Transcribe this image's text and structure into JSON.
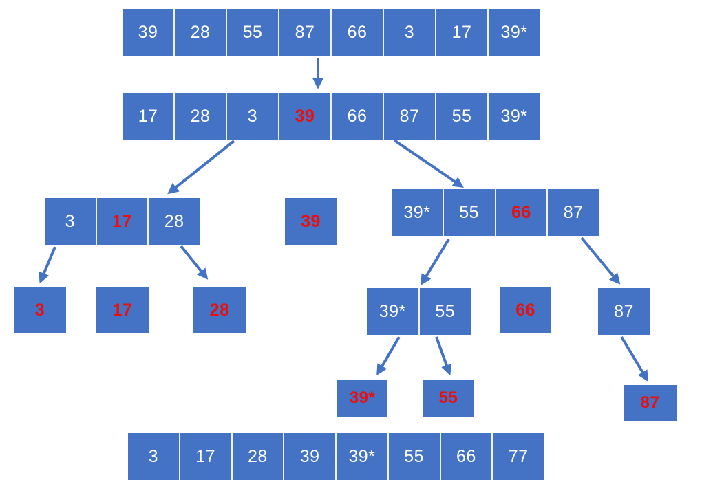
{
  "diagram": {
    "description": "Quicksort partition trace diagram",
    "colors": {
      "box": "#4472C4",
      "arrow": "#4472C4",
      "divider": "#EEF3FB",
      "text_white": "#FFFFFF",
      "text_red": "#E8100F",
      "background": "#FFFFFF"
    },
    "groups": {
      "row1": {
        "label": "initial-array",
        "cells": [
          {
            "text": "39"
          },
          {
            "text": "28"
          },
          {
            "text": "55"
          },
          {
            "text": "87"
          },
          {
            "text": "66"
          },
          {
            "text": "3"
          },
          {
            "text": "17"
          },
          {
            "text": "39*"
          }
        ]
      },
      "row2": {
        "label": "after-first-partition",
        "cells": [
          {
            "text": "17"
          },
          {
            "text": "28"
          },
          {
            "text": "3"
          },
          {
            "text": "39",
            "red": true
          },
          {
            "text": "66"
          },
          {
            "text": "87"
          },
          {
            "text": "55"
          },
          {
            "text": "39*"
          }
        ]
      },
      "l3_left": {
        "label": "left-subarray",
        "cells": [
          {
            "text": "3"
          },
          {
            "text": "17",
            "red": true
          },
          {
            "text": "28"
          }
        ]
      },
      "l3_mid": {
        "label": "pivot-39",
        "cells": [
          {
            "text": "39",
            "red": true
          }
        ]
      },
      "l3_right": {
        "label": "right-subarray",
        "cells": [
          {
            "text": "39*"
          },
          {
            "text": "55"
          },
          {
            "text": "66",
            "red": true
          },
          {
            "text": "87"
          }
        ]
      },
      "l4_3": {
        "label": "element-3",
        "cells": [
          {
            "text": "3",
            "red": true
          }
        ]
      },
      "l4_17": {
        "label": "element-17",
        "cells": [
          {
            "text": "17",
            "red": true
          }
        ]
      },
      "l4_28": {
        "label": "element-28",
        "cells": [
          {
            "text": "28",
            "red": true
          }
        ]
      },
      "l4_pair": {
        "label": "pair-39star-55",
        "cells": [
          {
            "text": "39*"
          },
          {
            "text": "55"
          }
        ]
      },
      "l4_66": {
        "label": "element-66",
        "cells": [
          {
            "text": "66",
            "red": true
          }
        ]
      },
      "l4_87": {
        "label": "element-87",
        "cells": [
          {
            "text": "87"
          }
        ]
      },
      "l5_39s": {
        "label": "sorted-39star",
        "cells": [
          {
            "text": "39*",
            "red": true
          }
        ]
      },
      "l5_55": {
        "label": "sorted-55",
        "cells": [
          {
            "text": "55",
            "red": true
          }
        ]
      },
      "l5_87": {
        "label": "sorted-87",
        "cells": [
          {
            "text": "87",
            "red": true
          }
        ]
      },
      "bottom": {
        "label": "final-sorted-array",
        "cells": [
          {
            "text": "3"
          },
          {
            "text": "17"
          },
          {
            "text": "28"
          },
          {
            "text": "39"
          },
          {
            "text": "39*"
          },
          {
            "text": "55"
          },
          {
            "text": "66"
          },
          {
            "text": "77"
          }
        ]
      }
    },
    "arrows": [
      {
        "from": "row1",
        "to": "row2"
      },
      {
        "from": "row2",
        "to": "l3_left"
      },
      {
        "from": "row2",
        "to": "l3_right"
      },
      {
        "from": "l3_left",
        "to": "l4_3"
      },
      {
        "from": "l3_left",
        "to": "l4_28"
      },
      {
        "from": "l3_right",
        "to": "l4_pair"
      },
      {
        "from": "l3_right",
        "to": "l4_87"
      },
      {
        "from": "l4_pair",
        "to": "l5_39s"
      },
      {
        "from": "l4_pair",
        "to": "l5_55"
      },
      {
        "from": "l4_87",
        "to": "l5_87"
      }
    ]
  }
}
